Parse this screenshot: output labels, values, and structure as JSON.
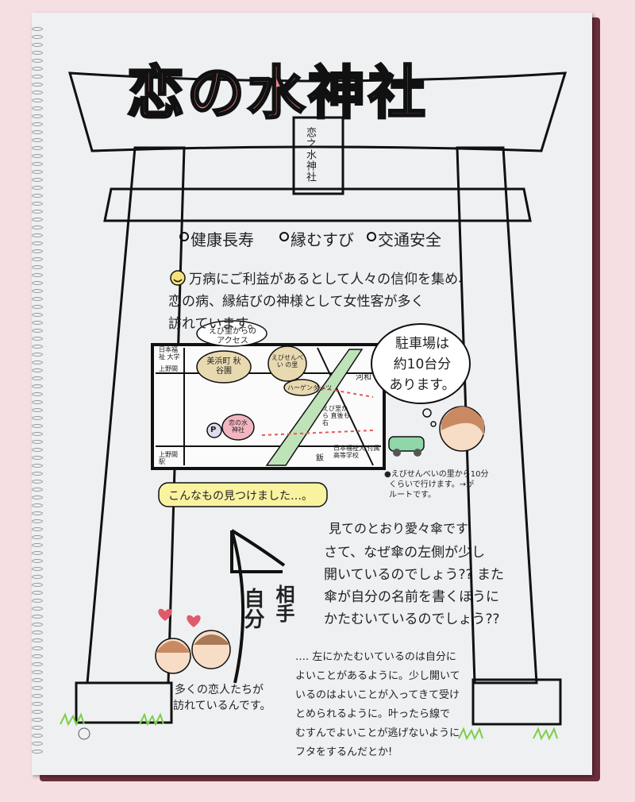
{
  "title": "恋の水神社",
  "plaque": "恋之水神社",
  "benefits": [
    "健康長寿",
    "縁むすび",
    "交通安全"
  ],
  "intro": [
    "万病にご利益があるとして人々の信仰を集め、",
    "恋の病、縁結びの神様として女性客が多く",
    "訪れています。"
  ],
  "map": {
    "label_access": "えび里からの アクセス",
    "label_park": "美浜町 秋谷園",
    "label_ebisenbei": "えびせんべい の里",
    "label_haagen": "ハーゲンダッツ",
    "label_shrine": "恋の水 神社",
    "label_parking": "P",
    "label_river": "河和",
    "label_route": "えび里から 直後も右",
    "label_ueno": "上野間",
    "label_station": "上野間 駅",
    "label_university": "日本福祉 大学",
    "label_bus": "日本福祉大 付属高等学校",
    "label_store": "飯"
  },
  "parking_bubble": [
    "駐車場は",
    "約10台分",
    "あります。"
  ],
  "parking_note": [
    "●えびせんべいの里から10分",
    "くらいで行けます。→が",
    "ルートです。"
  ],
  "found_label": "こんなもの見つけました…。",
  "umbrella_title": "見てのとおり愛々傘です",
  "umbrella_q": [
    "さて、なぜ傘の左側が少し",
    "開いているのでしょう?? また",
    "傘が自分の名前を書くほうに",
    "かたむいているのでしょう??"
  ],
  "umbrella_labels": {
    "left": "自分",
    "right": "相手"
  },
  "umbrella_a": [
    "…. 左にかたむいているのは自分に",
    "よいことがあるように。少し開いて",
    "いるのはよいことが入ってきて受け",
    "とめられるように。叶ったら線で",
    "むすんでよいことが逃げないように",
    "フタをするんだとか!"
  ],
  "couples_note": [
    "多くの恋人たちが",
    "訪れているんです。"
  ],
  "colors": {
    "title_fill": "#e88a93",
    "board": "#6b2e3b",
    "paper": "#eef0f2",
    "grass": "#7ccf4a"
  }
}
